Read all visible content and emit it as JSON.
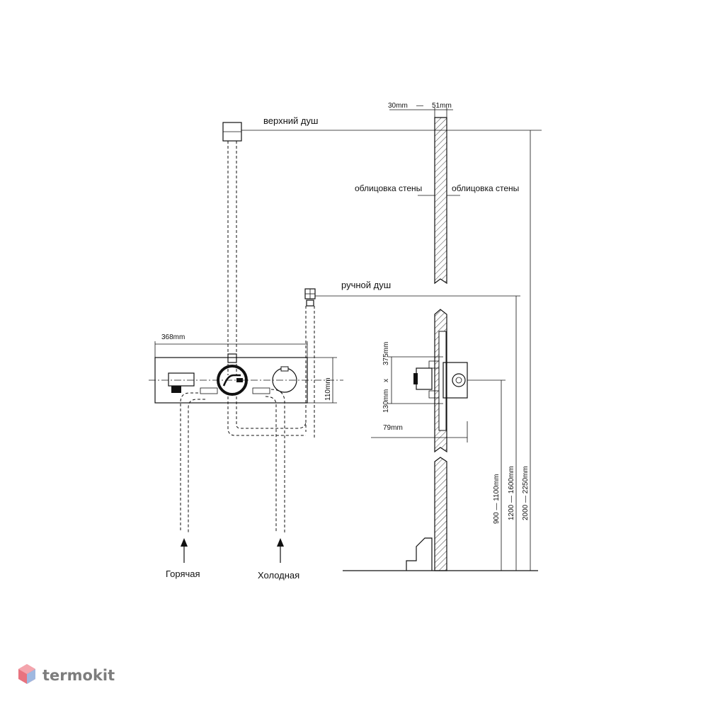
{
  "labels": {
    "top_shower": "верхний душ",
    "hand_shower": "ручной душ",
    "wall_left": "облицовка стены",
    "wall_right": "облицовка стены",
    "hot": "Горячая",
    "cold": "Холодная"
  },
  "dimensions": {
    "wall_thickness_min": "30mm",
    "wall_thickness_sep": "—",
    "wall_thickness_max": "51mm",
    "panel_width": "368mm",
    "panel_height": "110mm",
    "box_height": "375mm",
    "box_x": "x",
    "box_depth": "130mm",
    "box_offset": "79mm",
    "mixer_height": "900 — 1100mm",
    "hand_shower_height": "1200 — 1600mm",
    "top_shower_height": "2000 — 2250mm"
  },
  "brand": {
    "name": "termokit",
    "logo_colors": [
      "#e8737f",
      "#9fb8e0"
    ]
  }
}
